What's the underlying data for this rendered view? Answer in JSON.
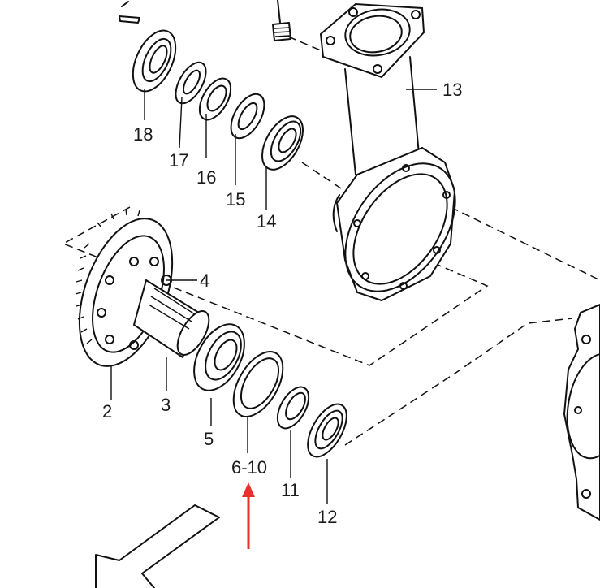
{
  "labels": {
    "l2": "2",
    "l3": "3",
    "l4": "4",
    "l5": "5",
    "l6_10": "6-10",
    "l11": "11",
    "l12": "12",
    "l13": "13",
    "l14": "14",
    "l15": "15",
    "l16": "16",
    "l17": "17",
    "l18": "18"
  },
  "colors": {
    "line": "#111111",
    "highlight_arrow": "#e8312f"
  }
}
